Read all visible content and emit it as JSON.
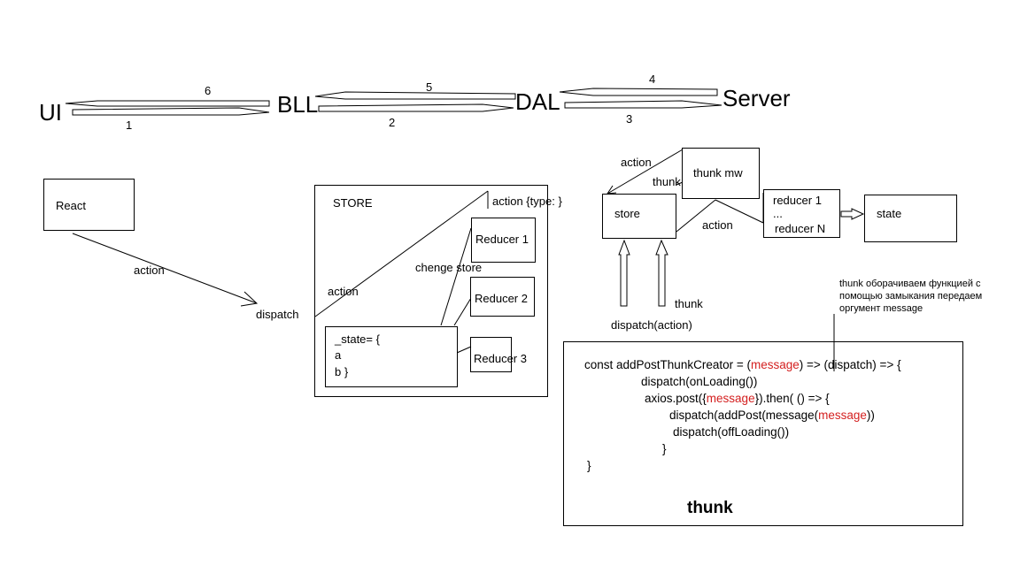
{
  "layers": {
    "ui": "UI",
    "bll": "BLL",
    "dal": "DAL",
    "server": "Server"
  },
  "arrows": {
    "n1": "1",
    "n2": "2",
    "n3": "3",
    "n4": "4",
    "n5": "5",
    "n6": "6"
  },
  "react_flow": {
    "react": "React",
    "action": "action",
    "dispatch": "dispatch"
  },
  "store_box": {
    "title": "STORE",
    "action_type": "action {type: }",
    "action": "action",
    "change_store": "chenge store",
    "reducer1": "Reducer 1",
    "reducer2": "Reducer 2",
    "reducer3": "Reducer 3",
    "state_line1": "_state= {",
    "state_line2": "a",
    "state_line3": "b  }"
  },
  "middleware": {
    "action_top": "action",
    "thunk_small": "thunk",
    "thunk_mw": "thunk mw",
    "store": "store",
    "reducer1": "reducer 1",
    "dots": "...",
    "reducerN": "reducer N",
    "action_mid": "action",
    "state": "state",
    "thunk_bottom": "thunk",
    "dispatch_action": "dispatch(action)",
    "note": "thunk оборачиваем функцией с помощью замыкания передаем оргумент message"
  },
  "code": {
    "l1a": "const addPostThunkCreator = (",
    "l1b": "message",
    "l1c": ") => (dispatch) => {",
    "l2": "dispatch(onLoading())",
    "l3a": "axios.post({",
    "l3b": "message",
    "l3c": "}).then( () => {",
    "l4a": "dispatch(addPost(message(",
    "l4b": "message",
    "l4c": "))",
    "l5": "dispatch(offLoading())",
    "l6": "}",
    "l7": "}",
    "footer": "thunk"
  }
}
